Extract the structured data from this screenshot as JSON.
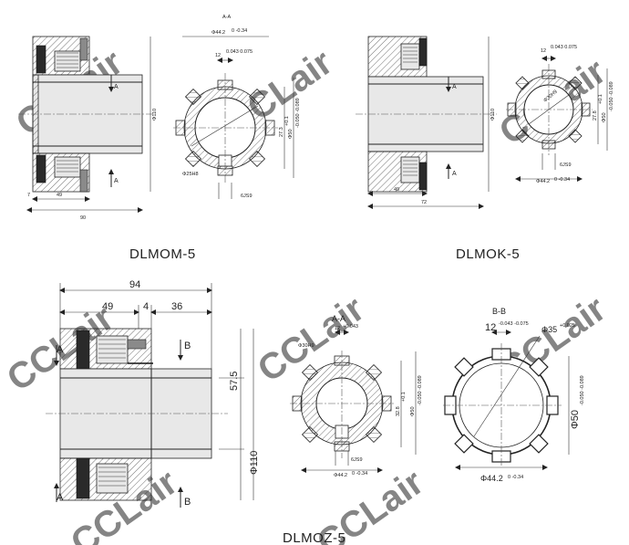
{
  "captions": {
    "dlmom": "DLMOM-5",
    "dlmok": "DLMOK-5",
    "dlmoz": "DLMOZ-5"
  },
  "watermark": "CCLair",
  "dlmom": {
    "section": "A-A",
    "bore_dim": "Φ44.2",
    "bore_tol": "0 -0.34",
    "key_dim": "12",
    "key_tol": "0.043 0.075",
    "outer_dia": "Φ110",
    "inner_dia": "Φ50",
    "inner_tol": "-0.050 -0.089",
    "keyway_dim": "27.3",
    "keyway_tol": "+0.1",
    "shaft_dia": "Φ25H8",
    "slot": "6JS9",
    "len_49": "49",
    "len_7": "7",
    "len_90": "90",
    "sec_a": "A"
  },
  "dlmok": {
    "key_dim": "12",
    "key_tol": "0.043 0.075",
    "outer_dia": "Φ110",
    "bore_label": "Φ30H9",
    "keyway_dim": "27.8",
    "keyway_tol": "+0.1",
    "inner_dia": "Φ50",
    "inner_tol": "-0.050 -0.089",
    "slot": "6JS9",
    "bore_dim": "Φ44.2",
    "bore_tol": "0 -0.34",
    "len_49": "49",
    "len_72": "72",
    "sec_a": "A"
  },
  "dlmoz": {
    "len_94": "94",
    "len_49": "49",
    "len_4": "4",
    "len_36": "36",
    "sec_a": "A",
    "sec_b": "B",
    "dia_575": "57.5",
    "dia_110": "Φ110",
    "aa": {
      "section": "A-A",
      "bore_label": "Φ30H9",
      "key": "12",
      "key_tol": "+0.043",
      "keyway": "32.8",
      "keyway_tol": "+0.1",
      "inner_dia": "Φ50",
      "inner_tol": "-0.050 -0.089",
      "slot": "6JS9",
      "bore_dim": "Φ44.2",
      "bore_tol": "0 -0.34"
    },
    "bb": {
      "section": "B-B",
      "key": "12",
      "key_tol": "-0.043 -0.075",
      "bore_dia": "Φ35",
      "bore_tol": "+0.025",
      "outer_dia": "Φ50",
      "outer_tol": "-0.050 -0.089",
      "bottom_dia": "Φ44.2",
      "bottom_tol": "0 -0.34"
    }
  }
}
